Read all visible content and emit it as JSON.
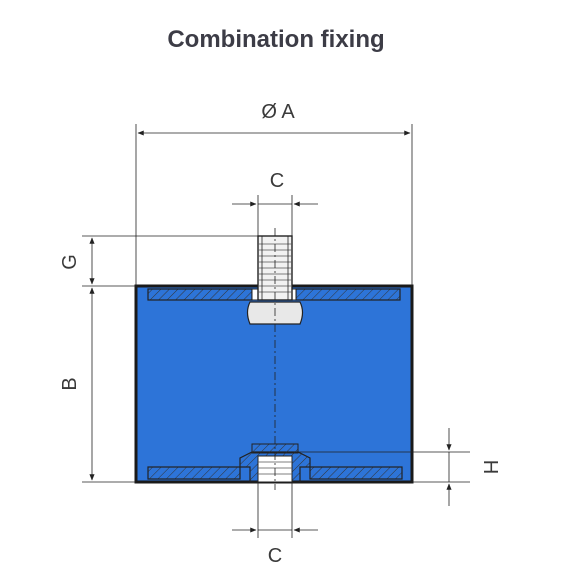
{
  "title": "Combination fixing",
  "labels": {
    "diameter_a": "Ø A",
    "c_top": "C",
    "c_bottom": "C",
    "g": "G",
    "b": "B",
    "h": "H"
  },
  "colors": {
    "rubber_body": "#2d74d8",
    "outline": "#1a1a1a",
    "text": "#3c3c46",
    "plate_fill": "#ffffff",
    "stud_fill": "#e8e8e8"
  }
}
